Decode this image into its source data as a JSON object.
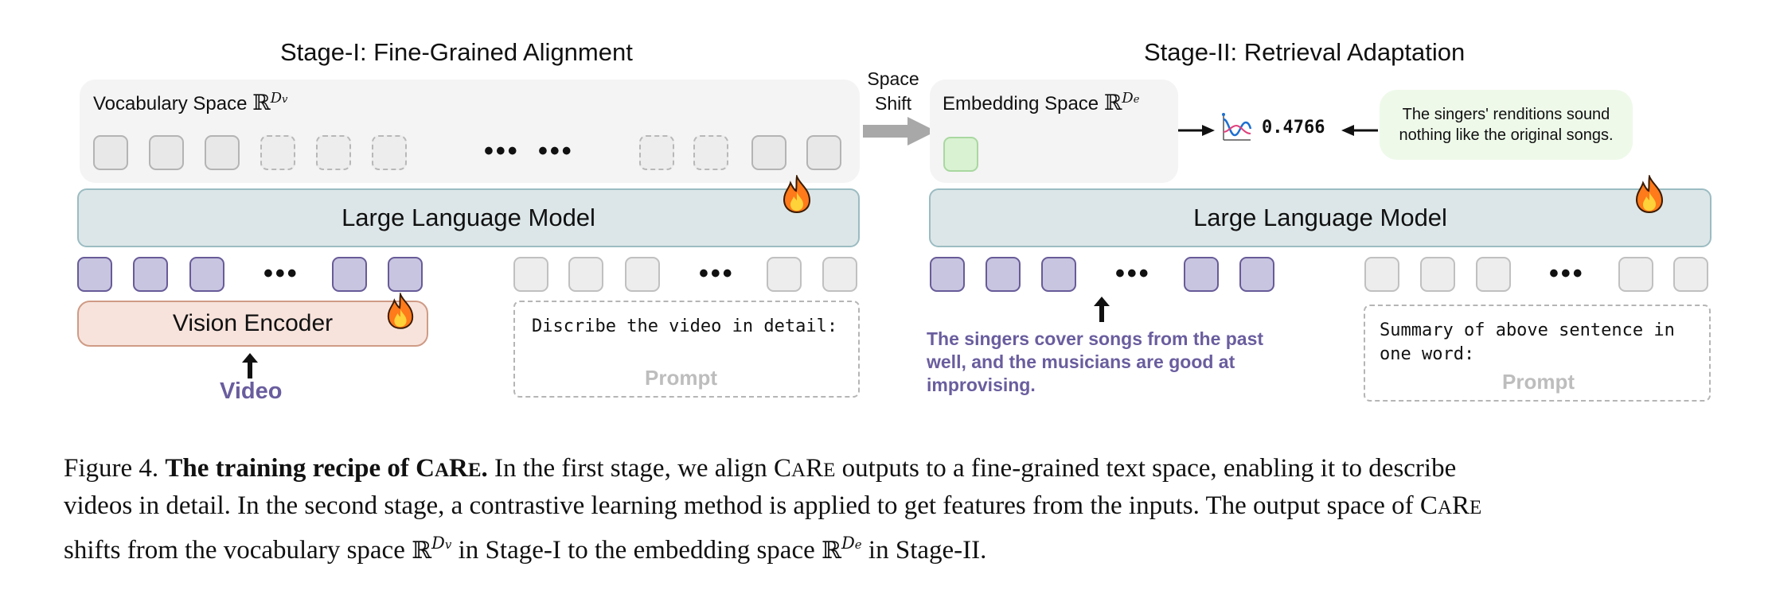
{
  "stage1": {
    "title": "Stage-I: Fine-Grained Alignment",
    "space_label": "Vocabulary Space",
    "space_symbol": "ℝ",
    "space_exponent": "Dv",
    "llm_label": "Large Language Model",
    "encoder_label": "Vision Encoder",
    "input_label": "Video",
    "prompt_text": "Discribe the video in detail:",
    "prompt_label": "Prompt"
  },
  "shift": {
    "line1": "Space",
    "line2": "Shift"
  },
  "stage2": {
    "title": "Stage-II: Retrieval Adaptation",
    "space_label": "Embedding Space",
    "space_symbol": "ℝ",
    "space_exponent": "De",
    "similarity_score": "0.4766",
    "caption_text": "The singers' renditions sound nothing like the original songs.",
    "llm_label": "Large Language Model",
    "input_text": "The singers cover songs from the past well, and the musicians are good at improvising.",
    "prompt_text_line1": "Summary of above sentence in",
    "prompt_text_line2": "one word:",
    "prompt_label": "Prompt"
  },
  "ellipsis": "•••",
  "caption": {
    "figure_label": "Figure 4.",
    "bold_prefix": "The training recipe of C",
    "bold_sc1": "A",
    "bold_mid": "R",
    "bold_sc2": "E",
    "bold_end": ".",
    "model_c": "C",
    "model_a": "A",
    "model_r": "R",
    "model_e": "E",
    "line1_a": "In the first stage, we align",
    "line1_b": "outputs to a fine-grained text space, enabling it to describe",
    "line2": "videos in detail. In the second stage, a contrastive learning method is applied to get features from the inputs. The output space of",
    "line3_a": "shifts from the vocabulary space",
    "line3_b": "in Stage-I to the embedding space",
    "line3_c": "in Stage-II.",
    "bb_symbol": "ℝ",
    "dv": "Dv",
    "de": "De"
  },
  "colors": {
    "token_purple": "#c8c5e0",
    "token_purple_border": "#685b98",
    "llm_fill": "#dce6e8",
    "encoder_fill": "#f7e3dc",
    "embedding_token": "#d9f2d2",
    "input_text_color": "#6a5d9e"
  },
  "icons": [
    "fire-icon",
    "similarity-curve-icon",
    "right-arrow-icon",
    "up-arrow-icon"
  ]
}
